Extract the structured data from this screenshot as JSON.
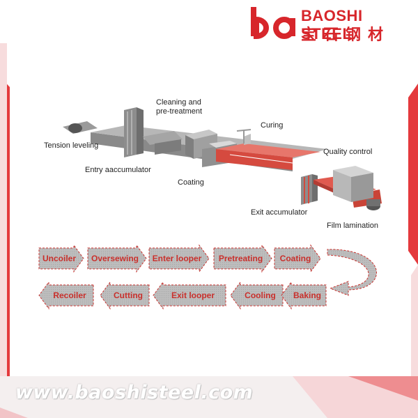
{
  "brand": {
    "name": "BAOSHI STEEL",
    "name_cn": "宝石钢材",
    "accent_color": "#d7262b"
  },
  "machine_labels": {
    "cleaning": "Cleaning and\npre-treatment",
    "curing": "Curing",
    "tension": "Tension leveling",
    "quality": "Quality control",
    "entry": "Entry aaccumulator",
    "coating": "Coating",
    "exit": "Exit accumulator",
    "film": "Film lamination"
  },
  "process_steps": {
    "row1": [
      "Uncoiler",
      "Oversewing",
      "Enter looper",
      "Pretreating",
      "Coating"
    ],
    "row2": [
      "Recoiler",
      "Cutting",
      "Exit looper",
      "Cooling",
      "Baking"
    ]
  },
  "footer": {
    "website": "www.baoshisteel.com"
  }
}
